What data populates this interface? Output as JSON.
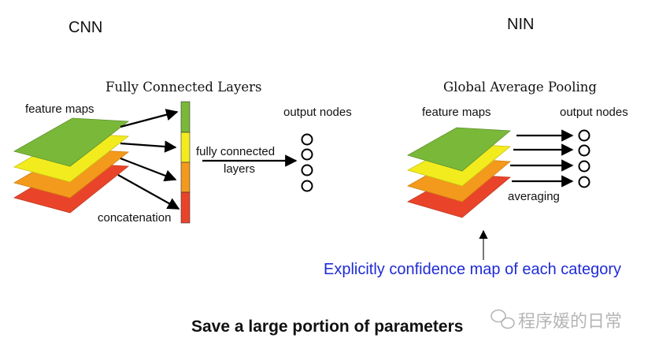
{
  "left_panel": {
    "header": "CNN",
    "title": "Fully Connected Layers",
    "feature_maps_label": "feature maps",
    "output_nodes_label": "output nodes",
    "fc_label_line1": "fully connected",
    "fc_label_line2": "layers",
    "concat_label": "concatenation"
  },
  "right_panel": {
    "header": "NIN",
    "title": "Global Average Pooling",
    "feature_maps_label": "feature maps",
    "output_nodes_label": "output nodes",
    "averaging_label": "averaging",
    "note": "Explicitly confidence map of each category"
  },
  "caption": "Save a large portion of parameters",
  "watermark": "程序媛的日常",
  "colors": {
    "green": "#7ab83a",
    "yellow": "#f2ec1e",
    "orange": "#f39a1d",
    "red": "#e9442a",
    "note_blue": "#1f2bd6",
    "watermark_gray": "#b5b5b5"
  }
}
